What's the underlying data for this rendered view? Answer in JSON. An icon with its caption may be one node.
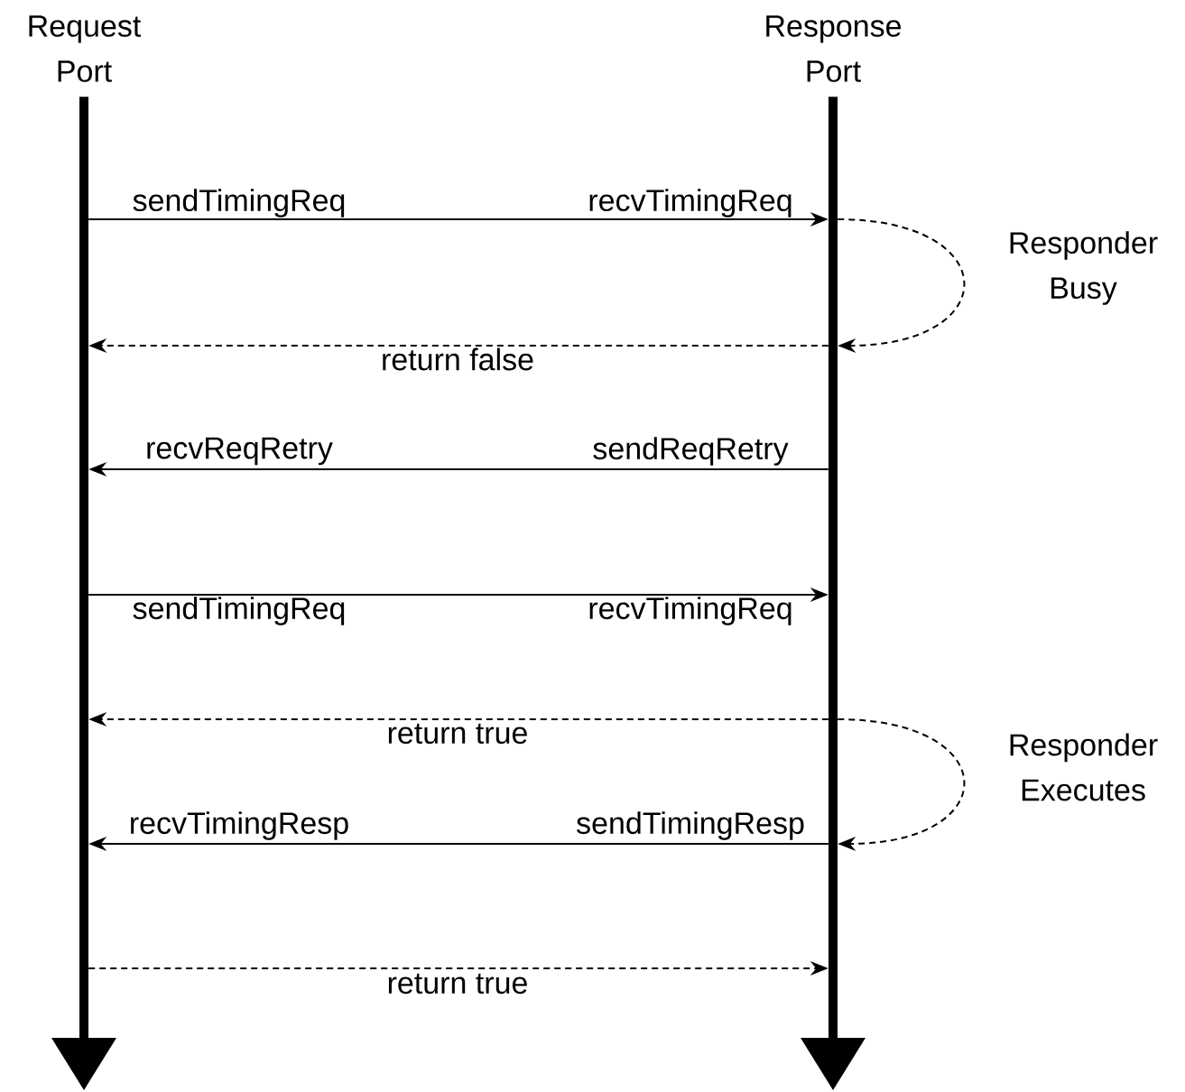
{
  "diagram": {
    "nodes": [
      {
        "text": [
          "Request Port"
        ]
      },
      {
        "text": [
          "Response Port"
        ]
      }
    ],
    "edges": [
      {
        "from": 0,
        "to": 1,
        "arrow": "to"
      },
      {
        "from": 1,
        "to": 1,
        "arrow": "to",
        "style": "dashed"
      },
      {
        "from": 1,
        "to": 0,
        "arrow": "to",
        "style": "dashed",
        "label": "return false"
      },
      {
        "from": 1,
        "to": 0,
        "arrow": "to"
      },
      {
        "from": 0,
        "to": 1,
        "arrow": "to"
      },
      {
        "from": 1,
        "to": 0,
        "arrow": "to",
        "style": "dashed",
        "label": "return true"
      },
      {
        "from": 1,
        "to": 1,
        "arrow": "to",
        "style": "dashed"
      },
      {
        "from": 1,
        "to": 0,
        "arrow": "to"
      },
      {
        "from": 0,
        "to": 1,
        "arrow": "to",
        "style": "dashed",
        "label": "return true"
      }
    ],
    "labels": [
      "sendTimingReq",
      "recvTimingReq",
      "Responder Busy",
      "recvReqRetry",
      "sendReqRetry",
      "sendTimingReq",
      "recvTimingReq",
      "Responder Executes",
      "recvTimingResp",
      "sendTimingResp"
    ]
  }
}
